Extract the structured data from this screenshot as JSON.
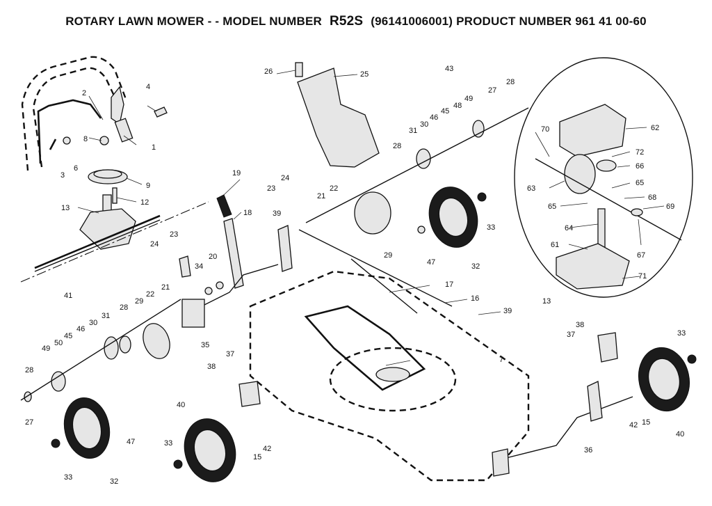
{
  "header": {
    "prefix": "ROTARY LAWN MOWER - - MODEL NUMBER",
    "model": "R52S",
    "suffix": "(96141006001) PRODUCT NUMBER 961 41 00-60"
  },
  "callouts": {
    "c1": "1",
    "c2": "2",
    "c3": "3",
    "c4": "4",
    "c6": "6",
    "c7": "7",
    "c8": "8",
    "c9": "9",
    "c12": "12",
    "c13a": "13",
    "c13b": "13",
    "c15a": "15",
    "c15b": "15",
    "c16": "16",
    "c17": "17",
    "c18": "18",
    "c19": "19",
    "c20": "20",
    "c21a": "21",
    "c21b": "21",
    "c22a": "22",
    "c22b": "22",
    "c23a": "23",
    "c23b": "23",
    "c24a": "24",
    "c24b": "24",
    "c25": "25",
    "c26": "26",
    "c27a": "27",
    "c27b": "27",
    "c28a": "28",
    "c28b": "28",
    "c28c": "28",
    "c28d": "28",
    "c29a": "29",
    "c29b": "29",
    "c30a": "30",
    "c30b": "30",
    "c31a": "31",
    "c31b": "31",
    "c32a": "32",
    "c32b": "32",
    "c33a": "33",
    "c33b": "33",
    "c33c": "33",
    "c33d": "33",
    "c34": "34",
    "c35": "35",
    "c36": "36",
    "c37a": "37",
    "c37b": "37",
    "c38a": "38",
    "c38b": "38",
    "c39a": "39",
    "c39b": "39",
    "c40a": "40",
    "c40b": "40",
    "c41": "41",
    "c42a": "42",
    "c42b": "42",
    "c43": "43",
    "c45a": "45",
    "c45b": "45",
    "c46a": "46",
    "c46b": "46",
    "c47a": "47",
    "c47b": "47",
    "c48": "48",
    "c49a": "49",
    "c49b": "49",
    "c50": "50",
    "c61": "61",
    "c62": "62",
    "c63": "63",
    "c64": "64",
    "c65a": "65",
    "c65b": "65",
    "c66": "66",
    "c67": "67",
    "c68": "68",
    "c69": "69",
    "c70": "70",
    "c71": "71",
    "c72": "72"
  }
}
